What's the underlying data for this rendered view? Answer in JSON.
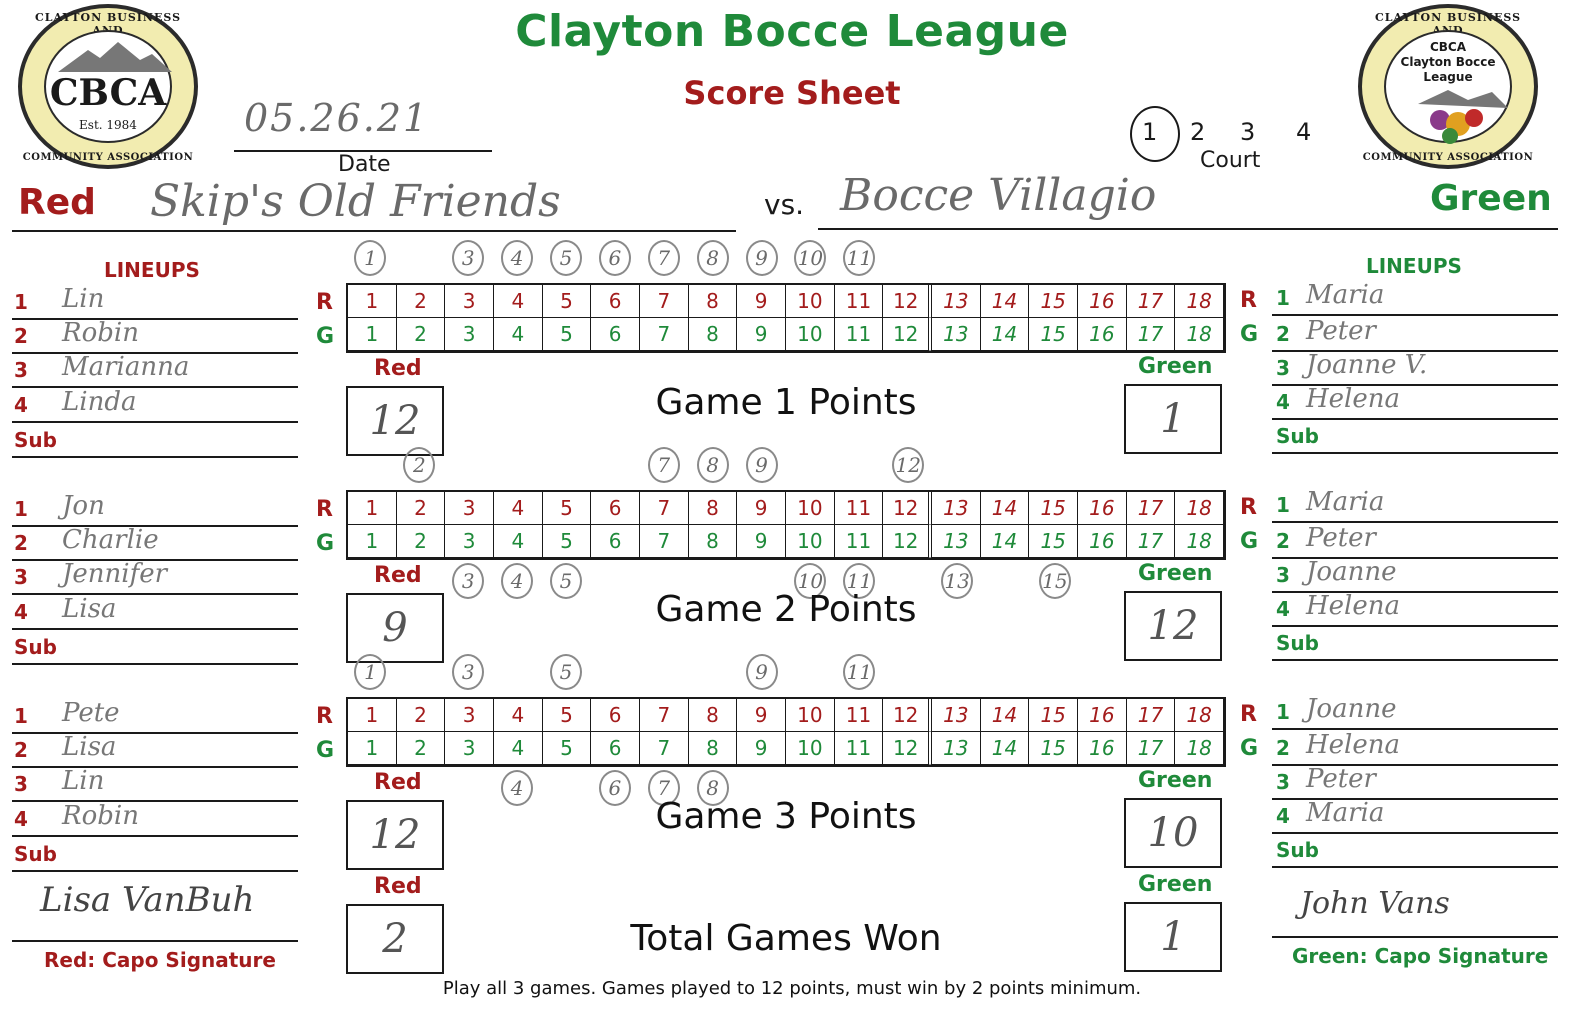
{
  "header": {
    "title": "Clayton Bocce League",
    "subtitle": "Score Sheet",
    "date_value": "05.26.21",
    "date_label": "Date",
    "court_label": "Court",
    "courts": [
      "1",
      "2",
      "3",
      "4"
    ],
    "selected_court": "1"
  },
  "logo_left": {
    "ring_top": "CLAYTON BUSINESS AND",
    "big": "CBCA",
    "est": "Est. 1984",
    "ring_bottom": "COMMUNITY ASSOCIATION"
  },
  "logo_right": {
    "ring_top": "CLAYTON BUSINESS AND",
    "line1": "CBCA",
    "line2": "Clayton Bocce",
    "line3": "League",
    "ring_bottom": "COMMUNITY ASSOCIATION"
  },
  "teams": {
    "red_label": "Red",
    "green_label": "Green",
    "red_name": "Skip's Old Friends",
    "vs": "vs.",
    "green_name": "Bocce Villagio"
  },
  "labels": {
    "lineups": "LINEUPS",
    "sub": "Sub",
    "row_r": "R",
    "row_g": "G",
    "red_box": "Red",
    "green_box": "Green",
    "total_label": "Total Games Won",
    "red_capo": "Red: Capo Signature",
    "green_capo": "Green: Capo Signature",
    "footer": "Play all 3 games. Games played to 12 points, must win by 2 points minimum."
  },
  "point_numbers": [
    "1",
    "2",
    "3",
    "4",
    "5",
    "6",
    "7",
    "8",
    "9",
    "10",
    "11",
    "12",
    "13",
    "14",
    "15",
    "16",
    "17",
    "18"
  ],
  "games": [
    {
      "label": "Game 1 Points",
      "red_score": "12",
      "green_score": "1",
      "red_lineup": [
        "Lin",
        "Robin",
        "Marianna",
        "Linda"
      ],
      "green_lineup": [
        "Maria",
        "Peter",
        "Joanne V.",
        "Helena"
      ],
      "circled_above": [
        "1",
        "3",
        "4",
        "5",
        "6",
        "7",
        "8",
        "9",
        "10",
        "11"
      ],
      "circled_below": []
    },
    {
      "label": "Game 2 Points",
      "red_score": "9",
      "green_score": "12",
      "red_lineup": [
        "Jon",
        "Charlie",
        "Jennifer",
        "Lisa"
      ],
      "green_lineup": [
        "Maria",
        "Peter",
        "Joanne",
        "Helena"
      ],
      "circled_above": [
        "2",
        "7",
        "8",
        "9",
        "12"
      ],
      "circled_below": [
        "3",
        "4",
        "5",
        "10",
        "11",
        "13",
        "15"
      ]
    },
    {
      "label": "Game 3 Points",
      "red_score": "12",
      "green_score": "10",
      "red_lineup": [
        "Pete",
        "Lisa",
        "Lin",
        "Robin"
      ],
      "green_lineup": [
        "Joanne",
        "Helena",
        "Peter",
        "Maria"
      ],
      "circled_above": [
        "1",
        "3",
        "5",
        "9",
        "11"
      ],
      "circled_below": [
        "4",
        "6",
        "7",
        "8"
      ]
    }
  ],
  "totals": {
    "red": "2",
    "green": "1"
  },
  "signatures": {
    "red": "Lisa VanBuh",
    "green": "John Vans"
  }
}
